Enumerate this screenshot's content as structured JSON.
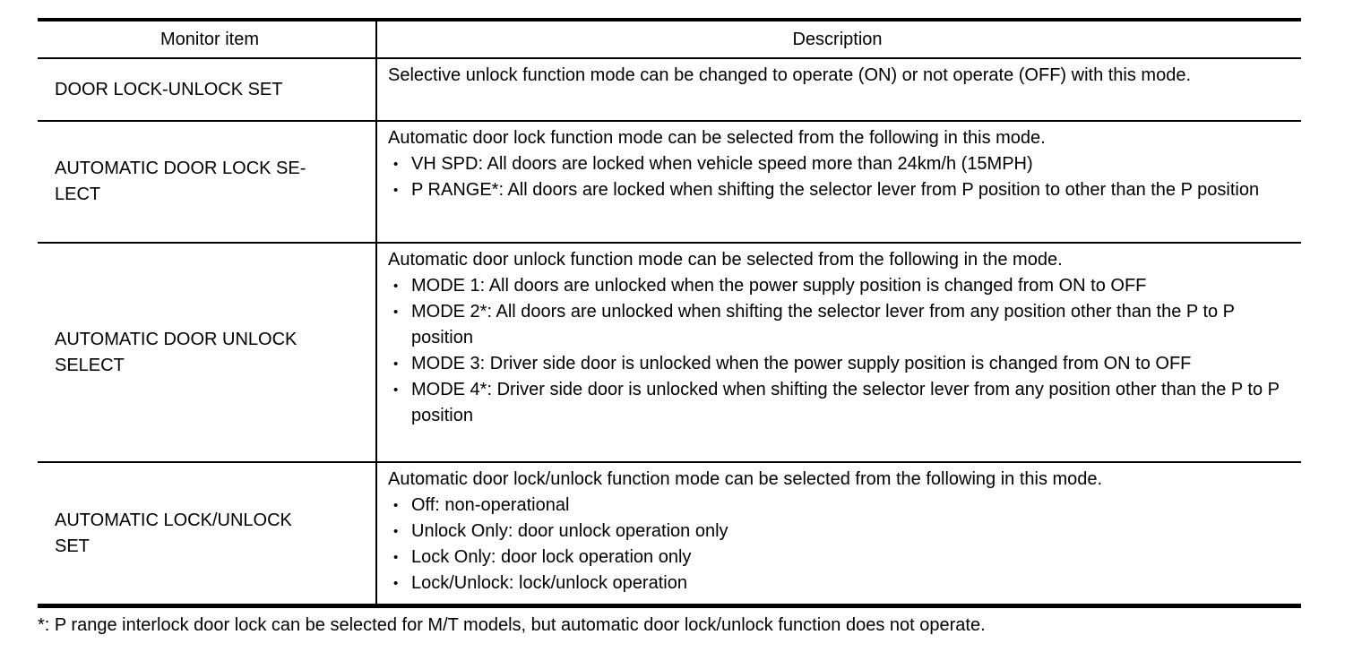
{
  "glyphs": {
    "bullet": "•"
  },
  "table": {
    "header": {
      "monitor_item": "Monitor item",
      "description": "Description"
    },
    "rows": [
      {
        "item": "DOOR LOCK-UNLOCK SET",
        "intro": "Selective unlock function mode can be changed to operate (ON) or not operate (OFF) with this mode.",
        "bullets": []
      },
      {
        "item": "AUTOMATIC DOOR LOCK SE-\nLECT",
        "intro": "Automatic door lock function mode can be selected from the following in this mode.",
        "bullets": [
          "VH SPD: All doors are locked when vehicle speed more than 24km/h (15MPH)",
          "P RANGE*: All doors are locked when shifting the selector lever from P position to other than the P position"
        ]
      },
      {
        "item": "AUTOMATIC DOOR UNLOCK\nSELECT",
        "intro": "Automatic door unlock function mode can be selected from the following in the mode.",
        "bullets": [
          "MODE 1: All doors are unlocked when the power supply position is changed from ON to OFF",
          "MODE 2*: All doors are unlocked when shifting the selector lever from any position other than the P to P position",
          "MODE 3: Driver side door is unlocked when the power supply position is changed from ON to OFF",
          "MODE 4*: Driver side door is unlocked when shifting the selector lever from any position other than the P to P position"
        ]
      },
      {
        "item": "AUTOMATIC LOCK/UNLOCK\nSET",
        "intro": "Automatic door lock/unlock function mode can be selected from the following in this mode.",
        "bullets": [
          "Off: non-operational",
          "Unlock Only: door unlock operation only",
          "Lock Only: door lock operation only",
          "Lock/Unlock: lock/unlock operation"
        ]
      }
    ]
  },
  "footnote": "*: P range interlock door lock can be selected for M/T models, but automatic door lock/unlock function does not operate."
}
